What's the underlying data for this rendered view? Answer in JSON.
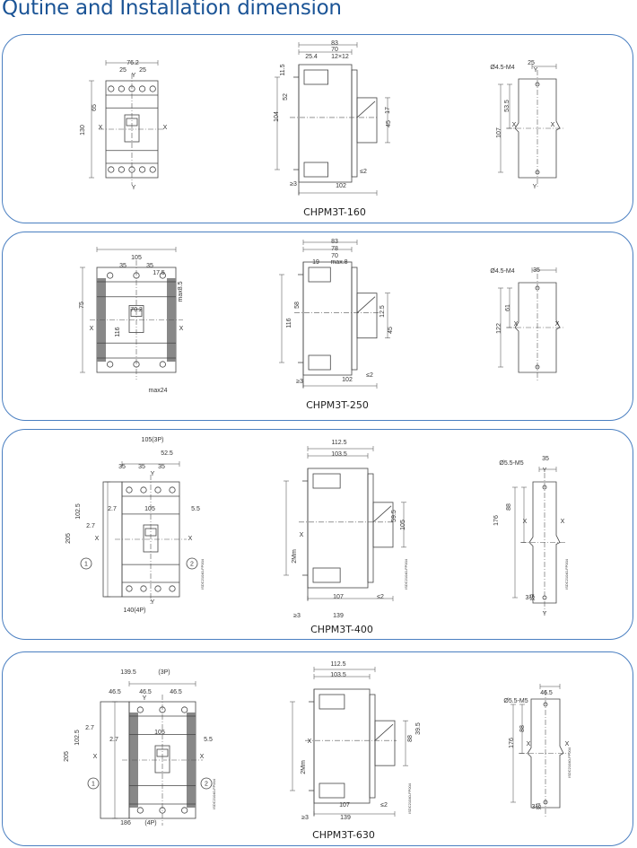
{
  "title": "Qutine and Installation dimension",
  "colors": {
    "title": "#1b5496",
    "panel_border": "#4a7fc1",
    "line": "#444444"
  },
  "panels": [
    {
      "caption": "CHPM3T-160",
      "labels": [
        "76.2",
        "25",
        "25",
        "Y",
        "130",
        "65",
        "X",
        "X",
        "Y",
        "83",
        "70",
        "25.4",
        "12×12",
        "11.5",
        "52",
        "104",
        "17",
        "45",
        "≤2",
        "≥3",
        "102",
        "Ø4.5-M4",
        "25",
        "Y",
        "53.5",
        "107",
        "X",
        "X",
        "Y"
      ]
    },
    {
      "caption": "CHPM3T-250",
      "labels": [
        "105",
        "35",
        "35",
        "17.5",
        "75",
        "116",
        "70.2",
        "max8.5",
        "max24",
        "X",
        "X",
        "83",
        "78",
        "70",
        "19",
        "max.8",
        "58",
        "116",
        "12.5",
        "45",
        "≤2",
        "≥3",
        "102",
        "Ø4.5-M4",
        "35",
        "61",
        "122",
        "X",
        "X"
      ]
    },
    {
      "caption": "CHPM3T-400",
      "labels": [
        "105(3P)",
        "52.5",
        "35",
        "35",
        "35",
        "Y",
        "102.5",
        "205",
        "2.7",
        "2.7",
        "105",
        "5.5",
        "X",
        "X",
        "1",
        "2",
        "140(4P)",
        "Y",
        "ISDC21040-FP004",
        "112.5",
        "103.5",
        "59.5",
        "105",
        "2Mm",
        "107",
        "≤2",
        "≥3",
        "139",
        "X",
        "ISDC21040-FP004",
        "Ø5.5-M5",
        "35",
        "Y",
        "88",
        "176",
        "X",
        "X",
        "Y",
        "3极",
        "ISDC21040-FP004"
      ]
    },
    {
      "caption": "CHPM3T-630",
      "labels": [
        "139.5",
        "(3P)",
        "46.5",
        "46.5",
        "46.5",
        "Y",
        "102.5",
        "205",
        "2.7",
        "2.7",
        "105",
        "5.5",
        "X",
        "X",
        "1",
        "2",
        "186",
        "(4P)",
        "ISDC21040-FP004",
        "112.5",
        "103.5",
        "39.5",
        "88",
        "2Mm",
        "107",
        "≤2",
        "≥3",
        "139",
        "X",
        "ISDC21040-FP004",
        "Ø5.5-M5",
        "46.5",
        "88",
        "176",
        "X",
        "X",
        "3极",
        "ISDC21040-FP004"
      ]
    }
  ]
}
